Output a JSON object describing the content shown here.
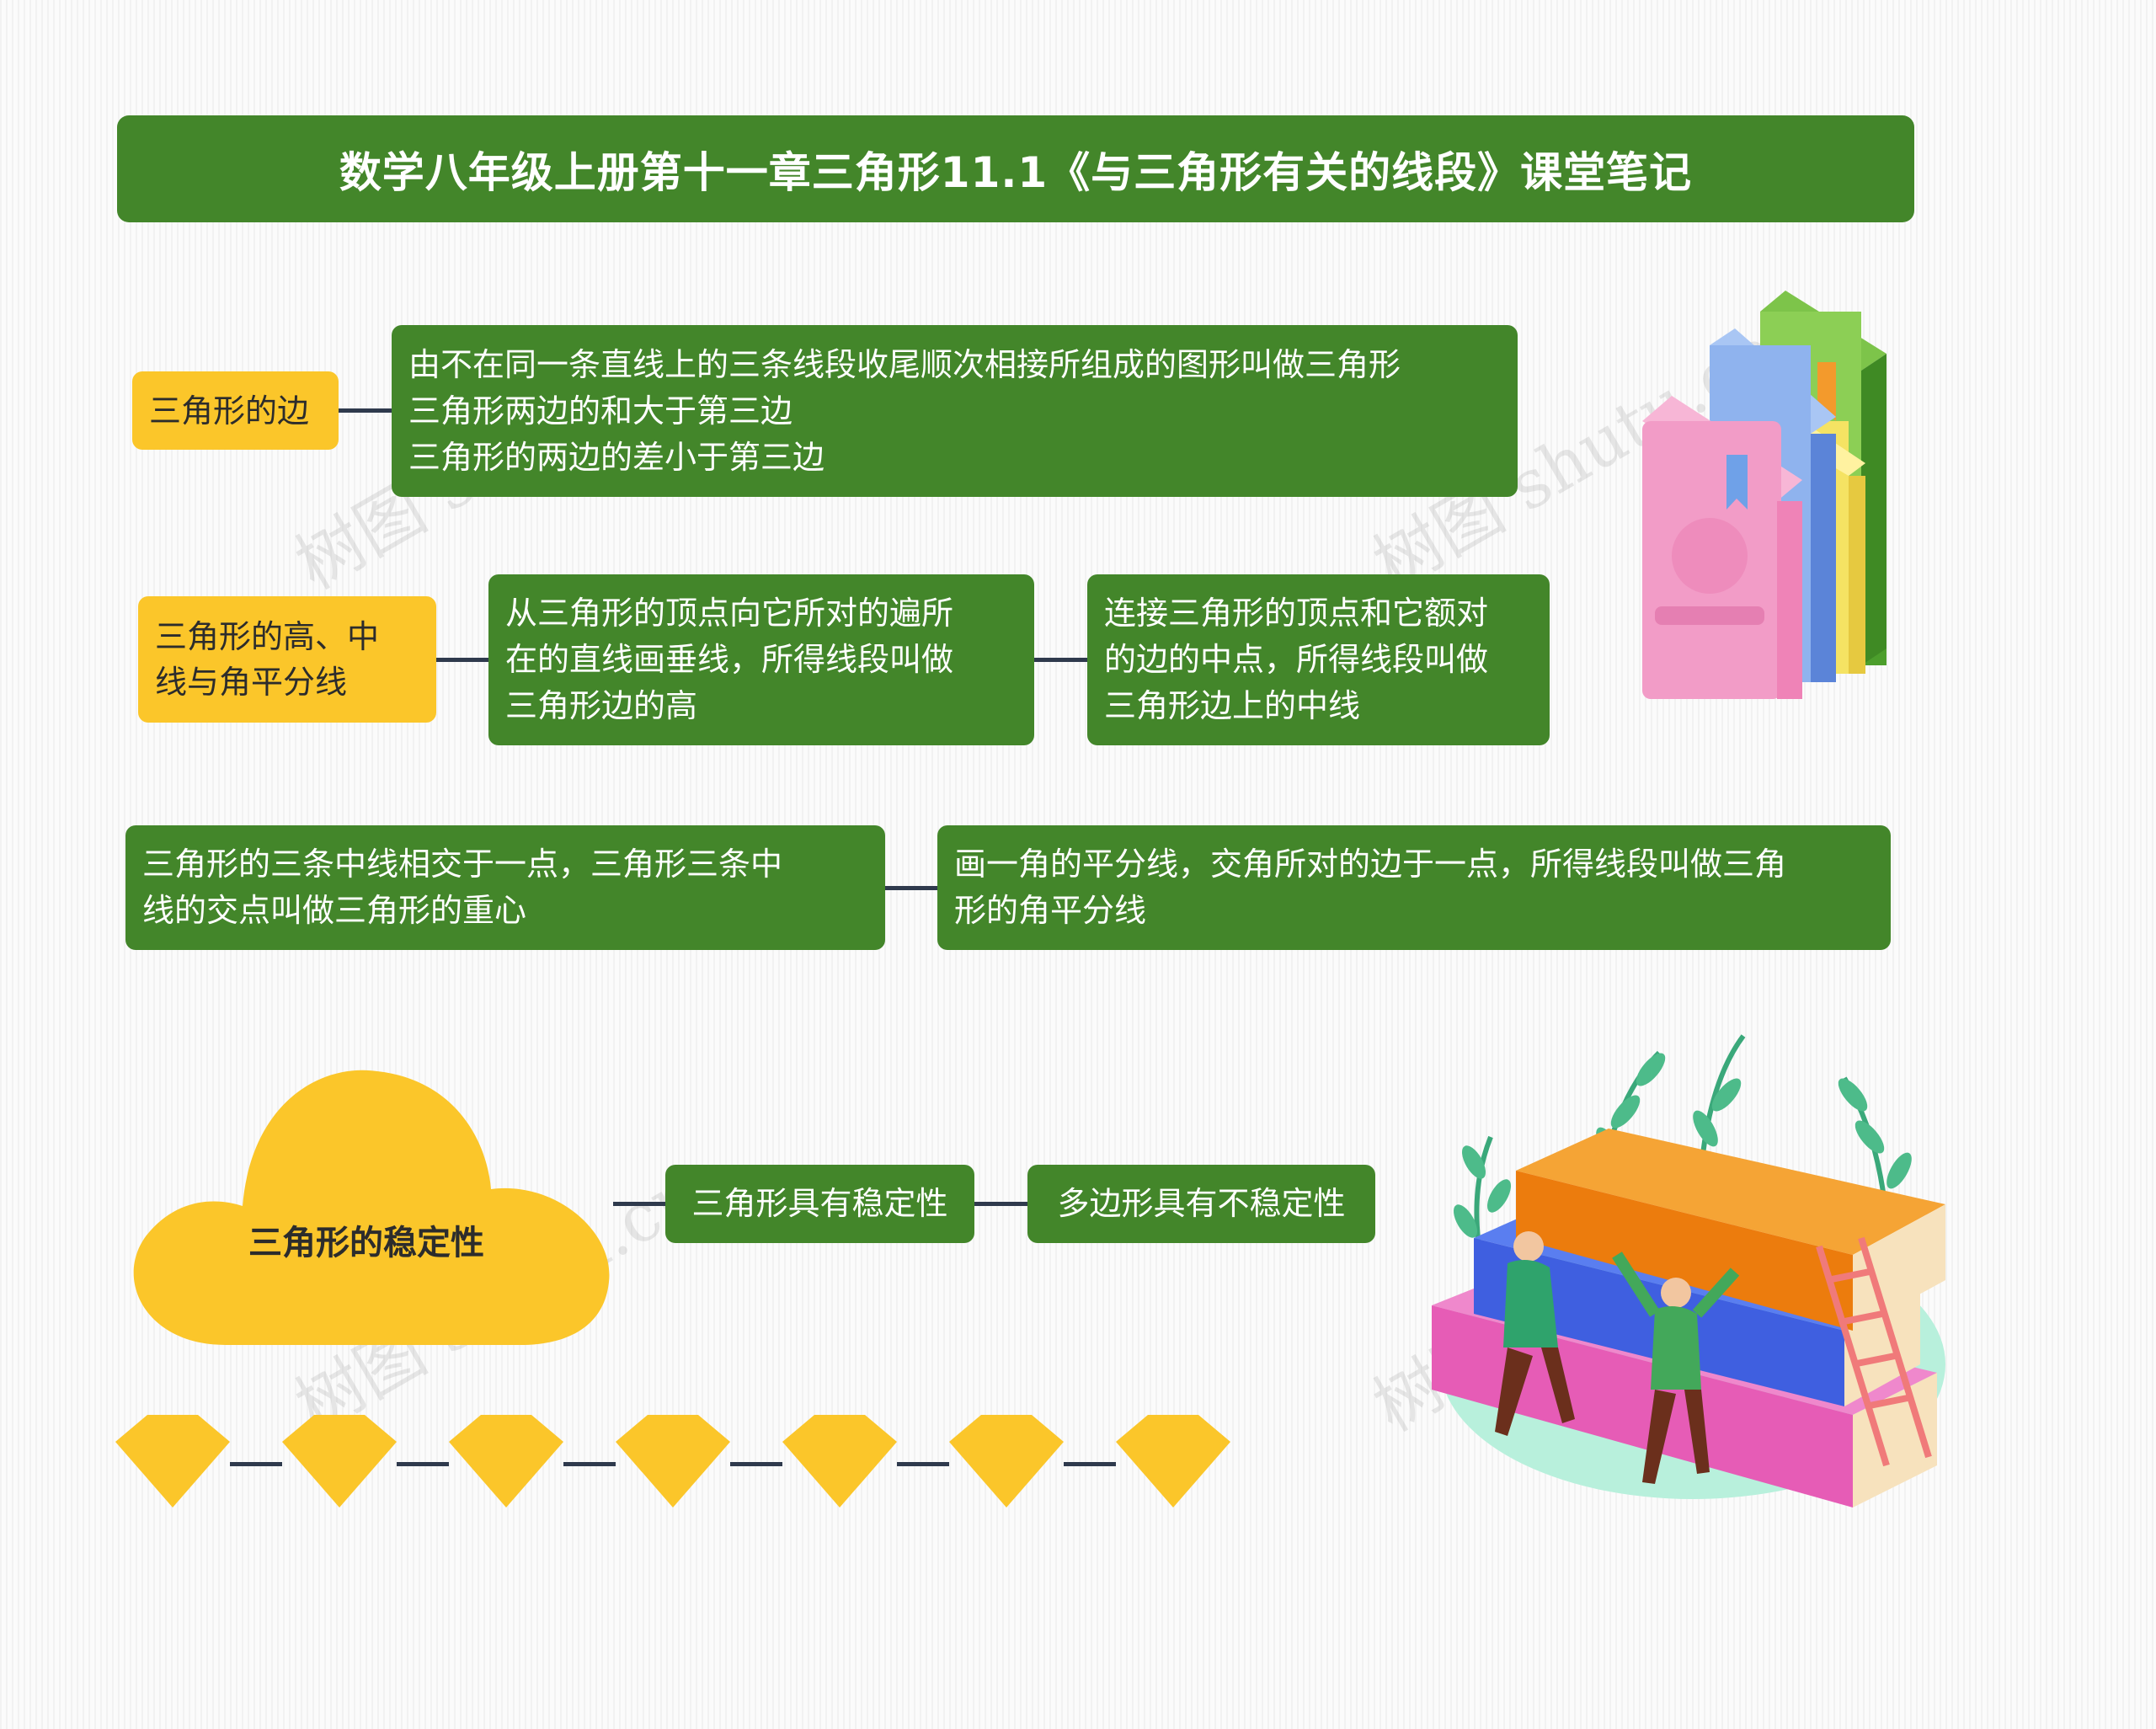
{
  "title": "数学八年级上册第十一章三角形11.1《与三角形有关的线段》课堂笔记",
  "watermark": "树图 shutu.cn",
  "topics": {
    "sides": {
      "label": "三角形的边",
      "lines": [
        "由不在同一条直线上的三条线段收尾顺次相接所组成的图形叫做三角形",
        "三角形两边的和大于第三边",
        "三角形的两边的差小于第三边"
      ]
    },
    "heights": {
      "label_lines": [
        "三角形的高、中",
        "线与角平分线"
      ],
      "altitude_lines": [
        "从三角形的顶点向它所对的遍所",
        "在的直线画垂线，所得线段叫做",
        "三角形边的高"
      ],
      "median_lines": [
        "连接三角形的顶点和它额对",
        "的边的中点，所得线段叫做",
        "三角形边上的中线"
      ]
    },
    "centroid_lines": [
      "三角形的三条中线相交于一点，三角形三条中",
      "线的交点叫做三角形的重心"
    ],
    "bisector_lines": [
      "画一角的平分线，交角所对的边于一点，所得线段叫做三角",
      "形的角平分线"
    ],
    "stability": {
      "label": "三角形的稳定性",
      "triangle": "三角形具有稳定性",
      "polygon": "多边形具有不稳定性"
    }
  },
  "colors": {
    "green": "#43862a",
    "yellow": "#fbc62a",
    "connector": "#2f3a4d"
  },
  "decorations": {
    "diamond_chain_count": 7,
    "illustrations": [
      "books-stack-icon",
      "people-on-books-icon"
    ]
  }
}
